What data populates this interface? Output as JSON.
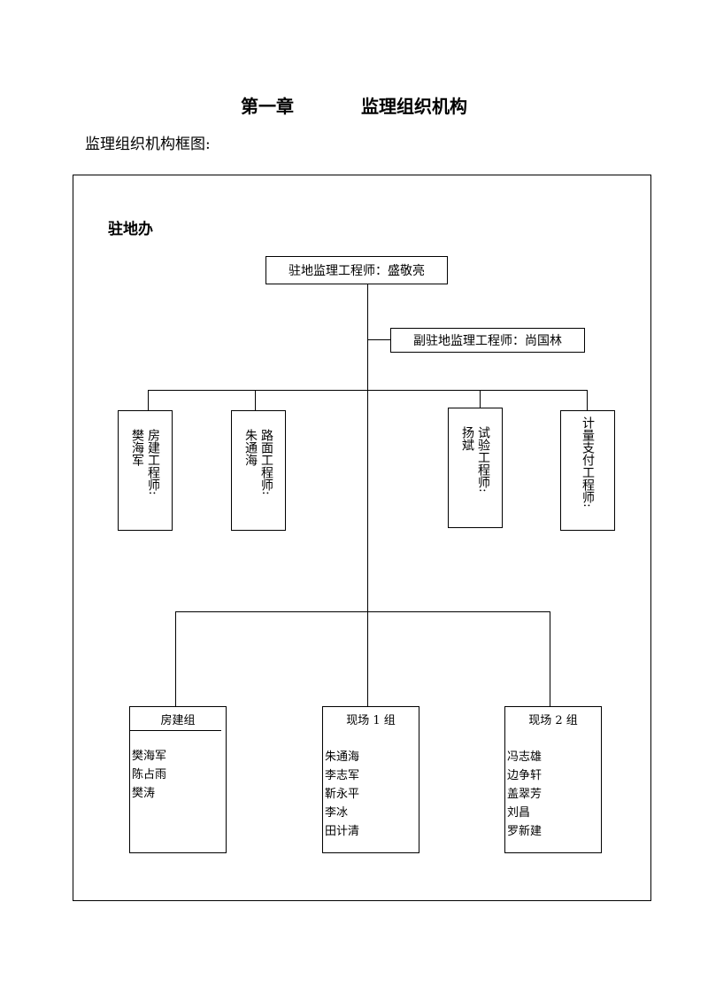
{
  "doc": {
    "chapter": "第一章",
    "title": "监理组织机构",
    "subtitle": "监理组织机构框图:",
    "office": "驻地办"
  },
  "org": {
    "chief": "驻地监理工程师：盛敬亮",
    "deputy": "副驻地监理工程师：尚国林",
    "engineers": [
      {
        "role": "房建工程师:",
        "name": "樊海军"
      },
      {
        "role": "路面工程师:",
        "name": "朱通海"
      },
      {
        "role": "试验工程师:",
        "name": "扬斌"
      },
      {
        "role": "计量支付工程师:",
        "name": ""
      }
    ],
    "groups": [
      {
        "name": "房建组",
        "members": [
          "樊海军",
          "陈占雨",
          "樊涛"
        ]
      },
      {
        "name": "现场 1 组",
        "members": [
          "朱通海",
          "李志军",
          "靳永平",
          "李冰",
          "田计清"
        ]
      },
      {
        "name": "现场 2 组",
        "members": [
          "冯志雄",
          "边争轩",
          "盖翠芳",
          "刘昌",
          "罗新建"
        ]
      }
    ]
  }
}
